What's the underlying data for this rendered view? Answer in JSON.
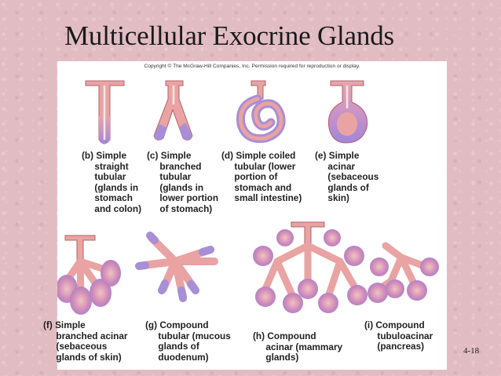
{
  "slide": {
    "title": "Multicellular Exocrine Glands",
    "page_number": "4-18",
    "copyright": "Copyright © The McGraw-Hill Companies, Inc. Permission required for reproduction or display."
  },
  "labels": {
    "b": "(b) Simple\n     straight\n     tubular\n     (glands in\n     stomach\n     and colon)",
    "c": "(c) Simple\n     branched\n     tubular\n     (glands in\n     lower portion\n     of stomach)",
    "d": "(d) Simple coiled\n     tubular (lower\n     portion of\n     stomach and\n     small intestine)",
    "e": "(e) Simple\n     acinar\n     (sebaceous\n     glands of\n     skin)",
    "f": "(f) Simple\n     branched acinar\n     (sebaceous\n     glands of skin)",
    "g": "(g) Compound\n     tubular (mucous\n     glands of\n     duodenum)",
    "h": "(h) Compound\n     acinar (mammary\n     glands)",
    "i": "(i) Compound\n     tubuloacinar\n     (pancreas)"
  },
  "colors": {
    "background": "#e2bcc3",
    "panel": "#ffffff",
    "duct_fill": "#e9a3a3",
    "duct_stroke": "#b5606a",
    "secretory": "#a88ed6",
    "lumen": "#fbe6e6"
  }
}
